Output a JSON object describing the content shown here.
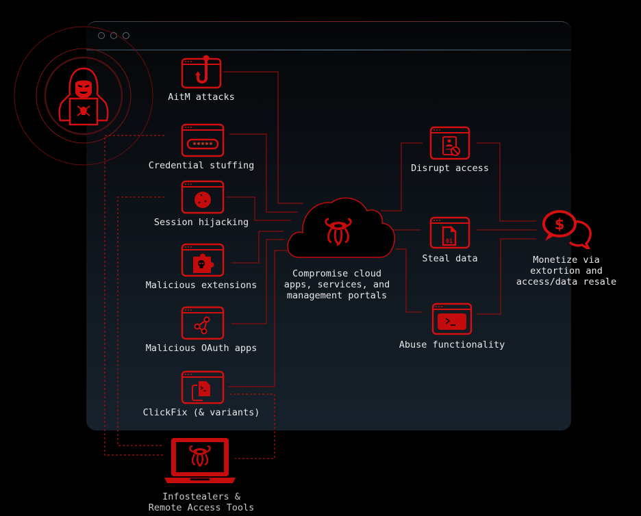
{
  "colors": {
    "accent": "#d40f0f",
    "accent_dark": "#7a0a0a",
    "background": "#000000",
    "window_bg": "#121a22",
    "text": "#e8e8e8"
  },
  "actor": {
    "icon": "hooded-hacker-icon",
    "label": ""
  },
  "attack_vectors": [
    {
      "label": "AitM attacks",
      "icon": "fishhook-icon"
    },
    {
      "label": "Credential stuffing",
      "icon": "password-field-icon"
    },
    {
      "label": "Session hijacking",
      "icon": "cookie-icon"
    },
    {
      "label": "Malicious extensions",
      "icon": "puzzle-skull-icon"
    },
    {
      "label": "Malicious OAuth apps",
      "icon": "share-nodes-icon"
    },
    {
      "label": "ClickFix (& variants)",
      "icon": "copy-terminal-icon"
    }
  ],
  "center": {
    "label": "Compromise cloud\napps, services, and\nmanagement portals",
    "icon": "cloud-octopus-icon"
  },
  "outcomes": [
    {
      "label": "Disrupt access",
      "icon": "blocked-user-icon"
    },
    {
      "label": "Steal data",
      "icon": "data-file-icon"
    },
    {
      "label": "Abuse functionality",
      "icon": "terminal-icon"
    }
  ],
  "final": {
    "label": "Monetize via\nextortion and\naccess/data resale",
    "icon": "chat-dollar-icon"
  },
  "tooling": {
    "label": "Infostealers &\nRemote Access Tools",
    "icon": "laptop-octopus-icon"
  }
}
